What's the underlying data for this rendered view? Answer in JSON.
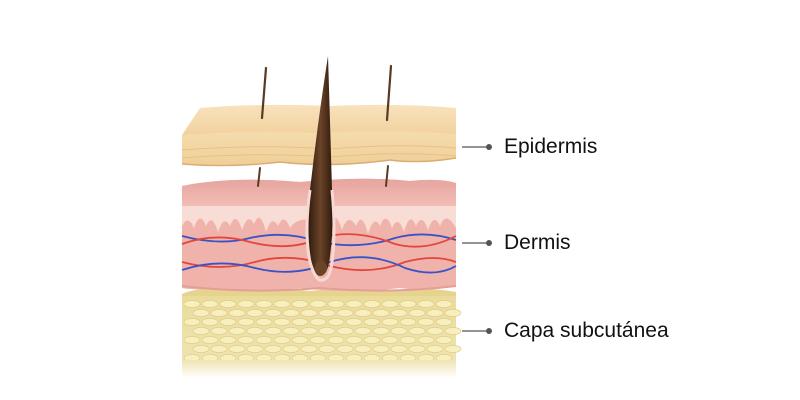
{
  "labels": {
    "epidermis": "Epidermis",
    "dermis": "Dermis",
    "subcutaneous": "Capa subcutánea"
  },
  "colors": {
    "epidermis": "#f6d9ad",
    "dermis": "#f0b0ab",
    "dermis_papillae": "#f8ddd6",
    "fat": "#efe3a8",
    "fat_cell": "#f7efbe",
    "artery": "#e3463c",
    "vein": "#3a52c8",
    "hair": "#4a2c18",
    "leader": "#555555"
  }
}
